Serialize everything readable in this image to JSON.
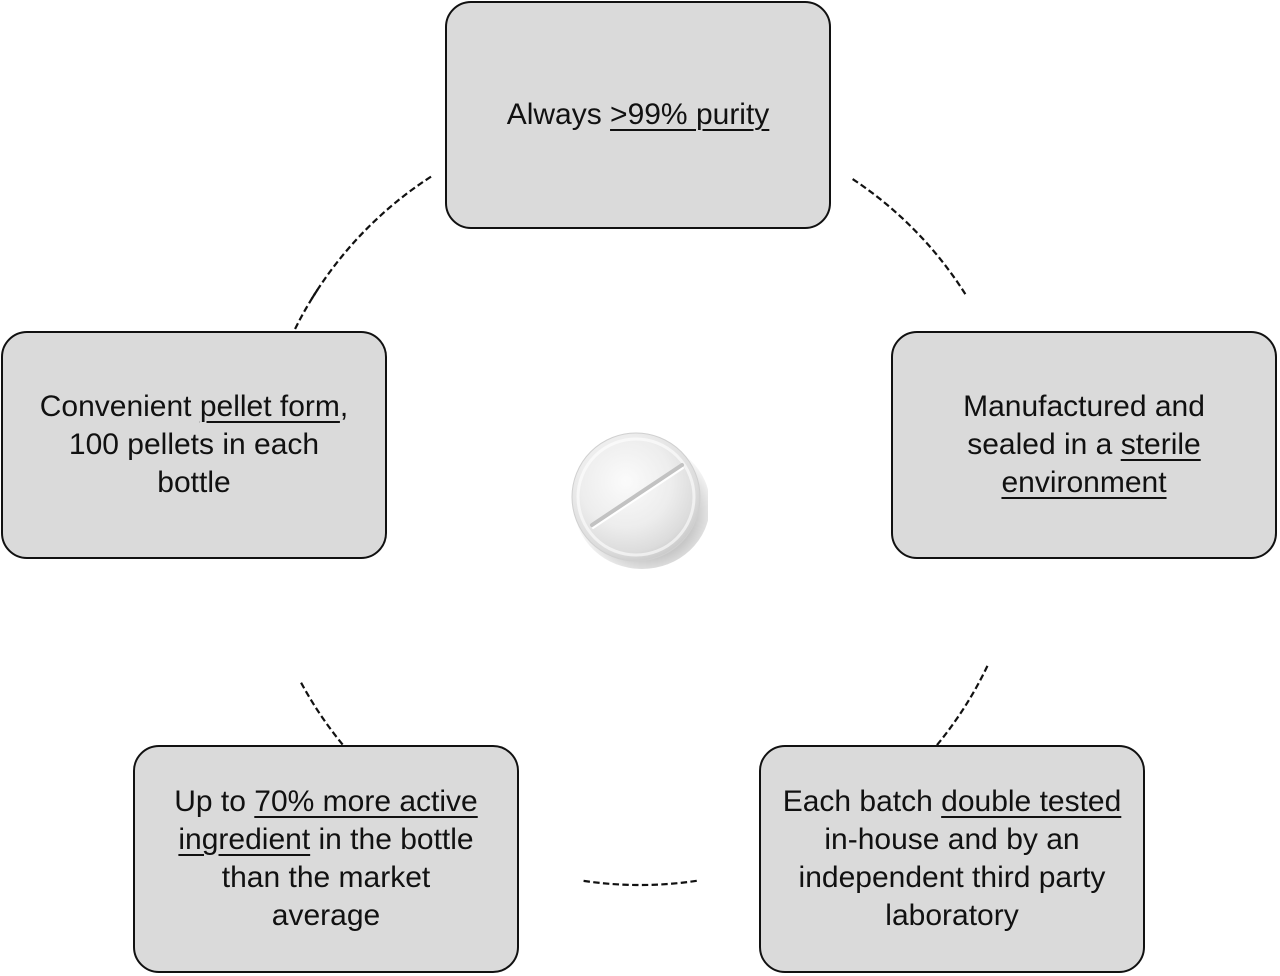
{
  "boxes": [
    {
      "id": "top",
      "segments": [
        {
          "text": "Always ",
          "u": false
        },
        {
          "text": ">99% purity",
          "u": true
        }
      ]
    },
    {
      "id": "right",
      "segments": [
        {
          "text": "Manufactured and sealed in a ",
          "u": false
        },
        {
          "text": "sterile environment",
          "u": true
        }
      ]
    },
    {
      "id": "bottom-right",
      "segments": [
        {
          "text": "Each batch ",
          "u": false
        },
        {
          "text": "double tested",
          "u": true
        },
        {
          "text": " in-house and by an independent third party laboratory",
          "u": false
        }
      ]
    },
    {
      "id": "bottom-left",
      "segments": [
        {
          "text": "Up to ",
          "u": false
        },
        {
          "text": "70% more active ingredient",
          "u": true
        },
        {
          "text": " in the bottle than the market average",
          "u": false
        }
      ]
    },
    {
      "id": "left",
      "segments": [
        {
          "text": "Convenient ",
          "u": false
        },
        {
          "text": "pellet form",
          "u": true
        },
        {
          "text": ", 100 pellets in each bottle",
          "u": false
        }
      ]
    }
  ],
  "center_image": "white-tablet-pill",
  "colors": {
    "box_fill": "#dadada",
    "box_border": "#111111",
    "dots": "#111111"
  }
}
